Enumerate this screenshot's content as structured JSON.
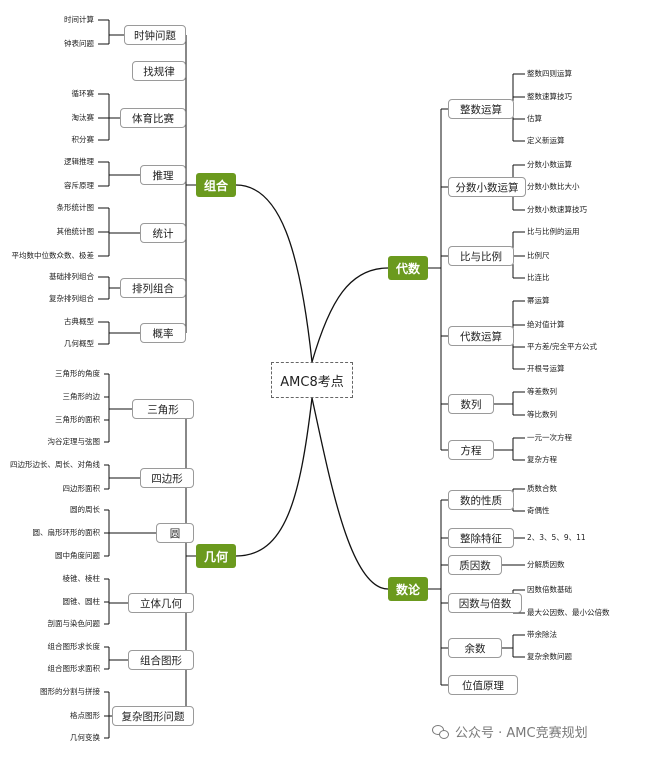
{
  "root": "AMC8考点",
  "branches": {
    "zuhe": {
      "label": "组合",
      "children": [
        {
          "label": "时钟问题",
          "items": [
            "时间计算",
            "钟表问题"
          ]
        },
        {
          "label": "找规律",
          "items": []
        },
        {
          "label": "体育比赛",
          "items": [
            "循环赛",
            "淘汰赛",
            "积分赛"
          ]
        },
        {
          "label": "推理",
          "items": [
            "逻辑推理",
            "容斥原理"
          ]
        },
        {
          "label": "统计",
          "items": [
            "条形统计图",
            "其他统计图",
            "平均数中位数众数、极差"
          ]
        },
        {
          "label": "排列组合",
          "items": [
            "基础排列组合",
            "复杂排列组合"
          ]
        },
        {
          "label": "概率",
          "items": [
            "古典概型",
            "几何概型"
          ]
        }
      ]
    },
    "jihe": {
      "label": "几何",
      "children": [
        {
          "label": "三角形",
          "items": [
            "三角形的角度",
            "三角形的边",
            "三角形的面积",
            "沟谷定理与弦图"
          ]
        },
        {
          "label": "四边形",
          "items": [
            "四边形边长、周长、对角线",
            "四边形面积"
          ]
        },
        {
          "label": "圆",
          "items": [
            "圆的周长",
            "圆、扇形环形的面积",
            "圆中角度问题"
          ]
        },
        {
          "label": "立体几何",
          "items": [
            "棱锥、棱柱",
            "圆锥、圆柱",
            "剖面与染色问题"
          ]
        },
        {
          "label": "组合图形",
          "items": [
            "组合图形求长度",
            "组合图形求面积"
          ]
        },
        {
          "label": "复杂图形问题",
          "items": [
            "图形的分割与拼接",
            "格点图形",
            "几何变换"
          ]
        }
      ]
    },
    "daishu": {
      "label": "代数",
      "children": [
        {
          "label": "整数运算",
          "items": [
            "整数四则运算",
            "整数速算技巧",
            "估算",
            "定义新运算"
          ]
        },
        {
          "label": "分数小数运算",
          "items": [
            "分数小数运算",
            "分数小数比大小",
            "分数小数速算技巧"
          ]
        },
        {
          "label": "比与比例",
          "items": [
            "比与比例的运用",
            "比例尺",
            "比连比"
          ]
        },
        {
          "label": "代数运算",
          "items": [
            "幂运算",
            "绝对值计算",
            "平方差/完全平方公式",
            "开根号运算"
          ]
        },
        {
          "label": "数列",
          "items": [
            "等差数列",
            "等比数列"
          ]
        },
        {
          "label": "方程",
          "items": [
            "一元一次方程",
            "复杂方程"
          ]
        }
      ]
    },
    "shulun": {
      "label": "数论",
      "children": [
        {
          "label": "数的性质",
          "items": [
            "质数合数",
            "奇偶性"
          ]
        },
        {
          "label": "整除特征",
          "items": [
            "2、3、5、9、11"
          ]
        },
        {
          "label": "质因数",
          "items": [
            "分解质因数"
          ]
        },
        {
          "label": "因数与倍数",
          "items": [
            "因数倍数基础",
            "最大公因数、最小公倍数"
          ]
        },
        {
          "label": "余数",
          "items": [
            "带余除法",
            "复杂余数问题"
          ]
        },
        {
          "label": "位值原理",
          "items": []
        }
      ]
    }
  },
  "watermark": "公众号 · AMC竞赛规划",
  "colors": {
    "main_node": "#6b9a1e",
    "line": "#111111"
  }
}
